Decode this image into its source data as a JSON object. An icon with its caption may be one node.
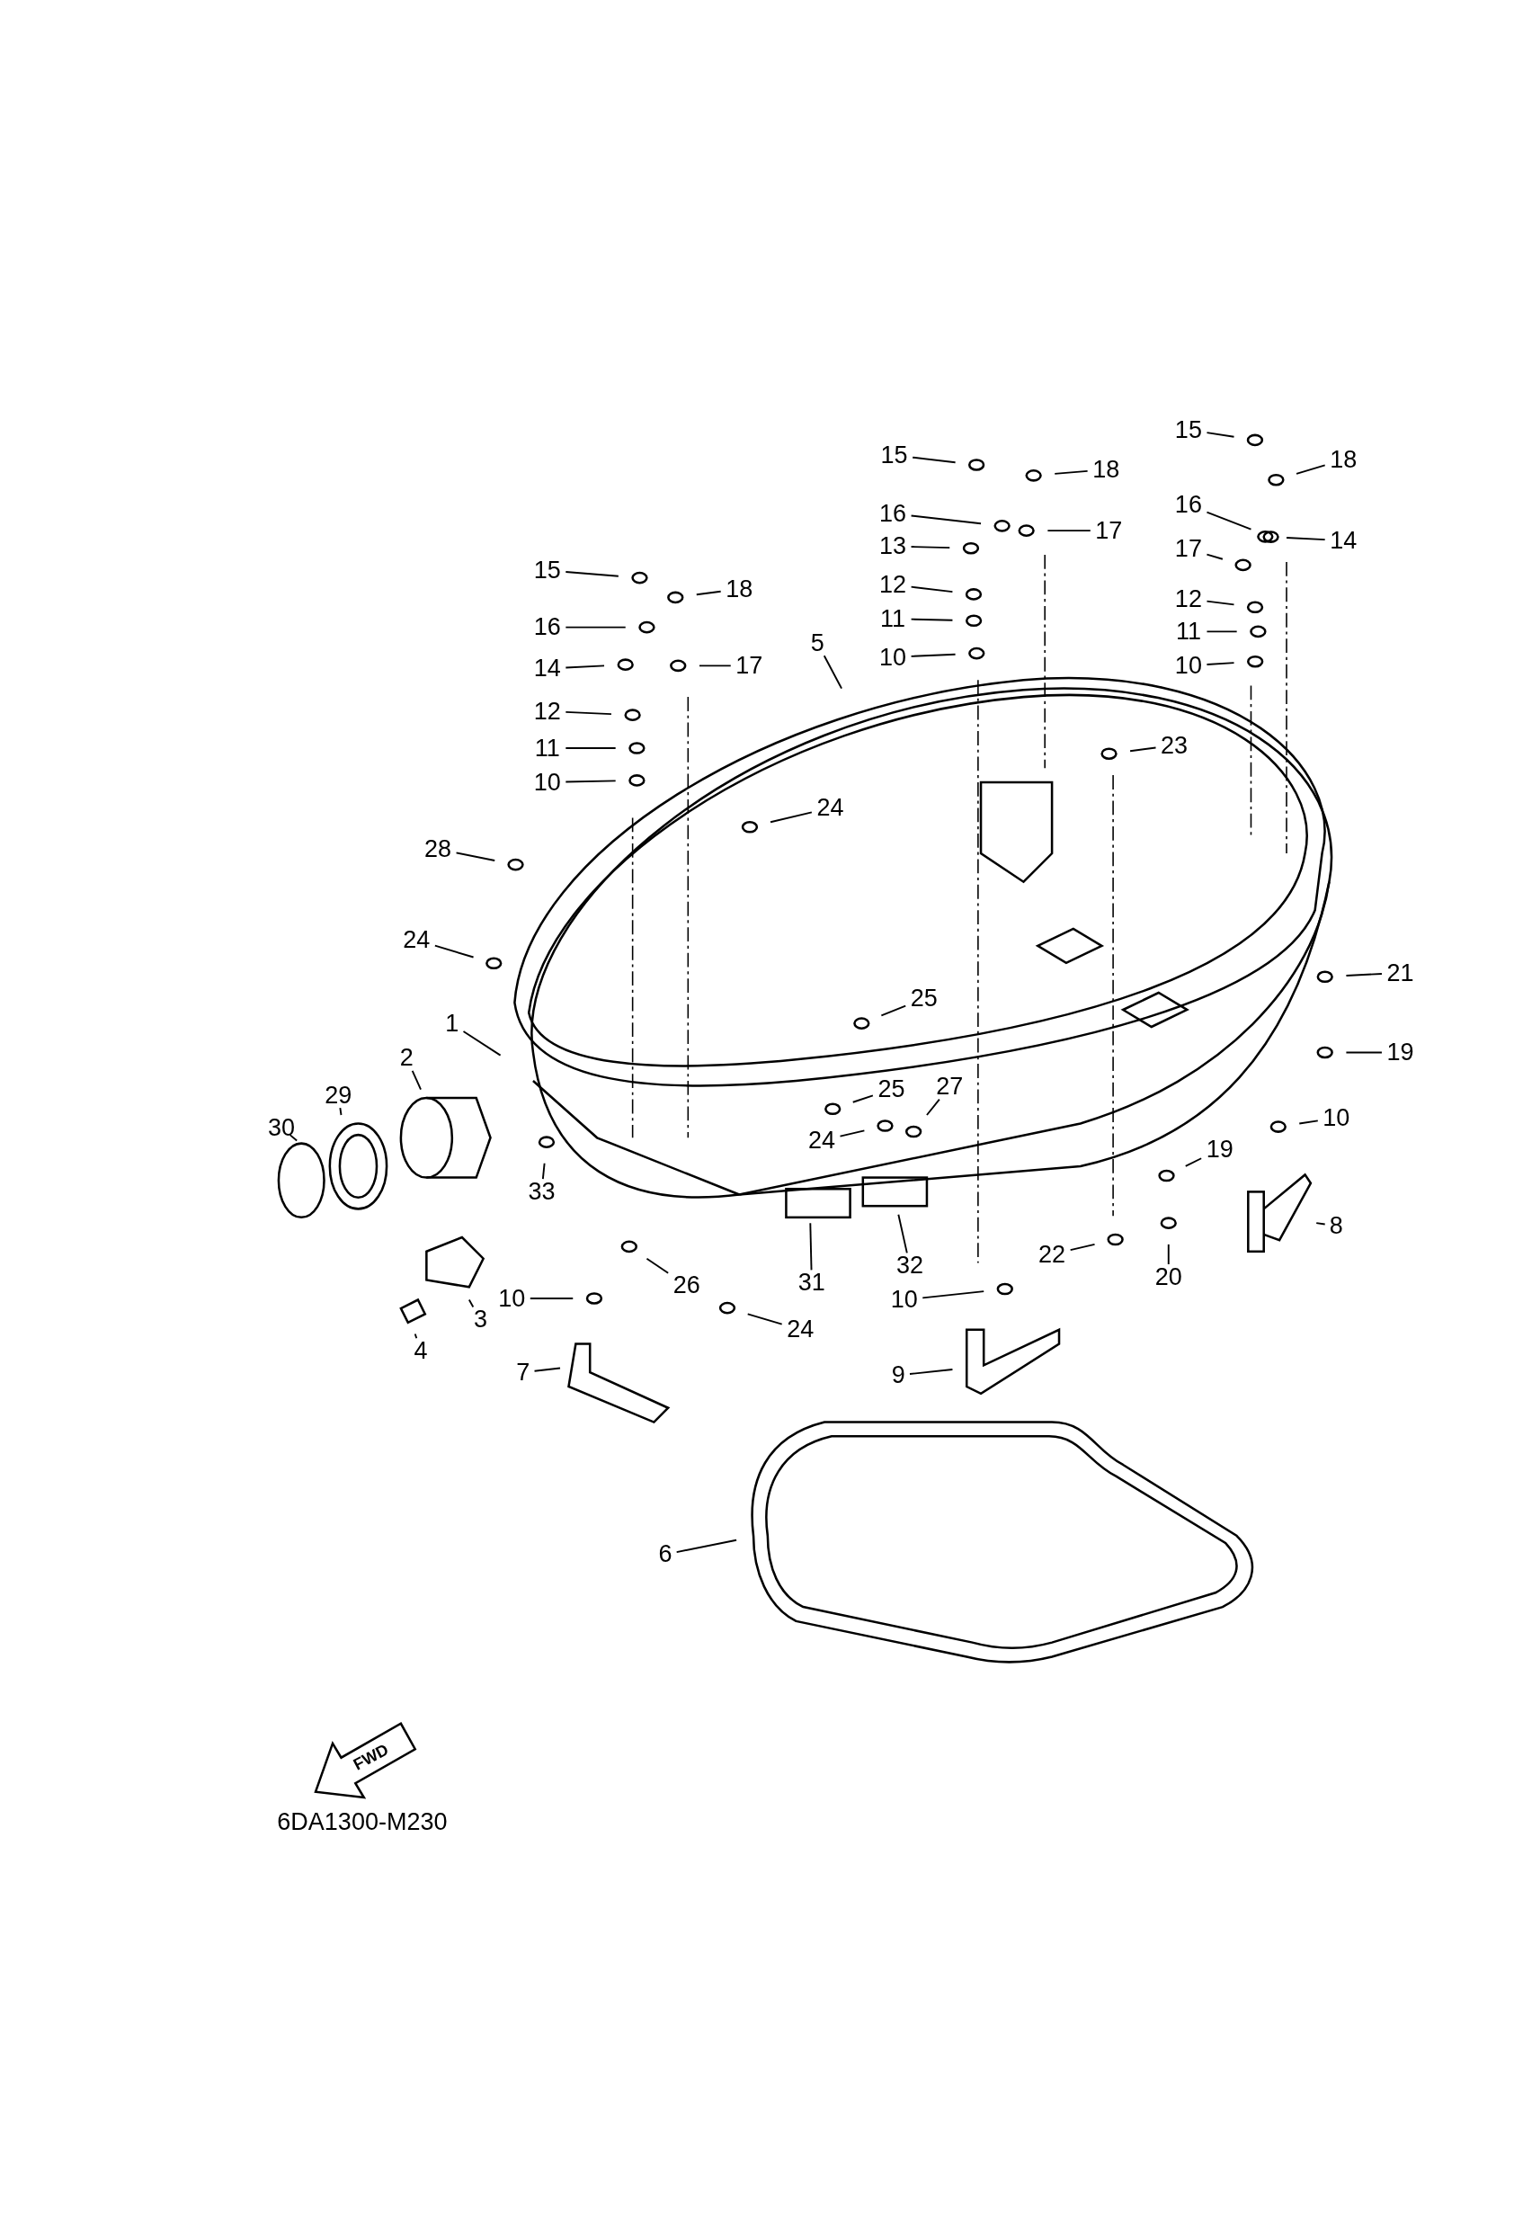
{
  "diagram": {
    "nodes": [
      {
        "text": [
          "15"
        ]
      },
      {
        "text": [
          "18"
        ]
      },
      {
        "text": [
          "16"
        ]
      },
      {
        "text": [
          "17"
        ]
      },
      {
        "text": [
          "13"
        ]
      },
      {
        "text": [
          "12"
        ]
      },
      {
        "text": [
          "11"
        ]
      },
      {
        "text": [
          "10"
        ]
      },
      {
        "text": [
          "15"
        ]
      },
      {
        "text": [
          "18"
        ]
      },
      {
        "text": [
          "16"
        ]
      },
      {
        "text": [
          "17"
        ]
      },
      {
        "text": [
          "14"
        ]
      },
      {
        "text": [
          "12"
        ]
      },
      {
        "text": [
          "11"
        ]
      },
      {
        "text": [
          "10"
        ]
      },
      {
        "text": [
          "15"
        ]
      },
      {
        "text": [
          "18"
        ]
      },
      {
        "text": [
          "16"
        ]
      },
      {
        "text": [
          "14"
        ]
      },
      {
        "text": [
          "17"
        ]
      },
      {
        "text": [
          "12"
        ]
      },
      {
        "text": [
          "11"
        ]
      },
      {
        "text": [
          "10"
        ]
      },
      {
        "text": [
          "5"
        ]
      },
      {
        "text": [
          "23"
        ]
      },
      {
        "text": [
          "24"
        ]
      },
      {
        "text": [
          "28"
        ]
      },
      {
        "text": [
          "24"
        ]
      },
      {
        "text": [
          "21"
        ]
      },
      {
        "text": [
          "25"
        ]
      },
      {
        "text": [
          "1"
        ]
      },
      {
        "text": [
          "19"
        ]
      },
      {
        "text": [
          "2"
        ]
      },
      {
        "text": [
          "29"
        ]
      },
      {
        "text": [
          "25"
        ]
      },
      {
        "text": [
          "27"
        ]
      },
      {
        "text": [
          "10"
        ]
      },
      {
        "text": [
          "30"
        ]
      },
      {
        "text": [
          "24"
        ]
      },
      {
        "text": [
          "19"
        ]
      },
      {
        "text": [
          "33"
        ]
      },
      {
        "text": [
          "8"
        ]
      },
      {
        "text": [
          "22"
        ]
      },
      {
        "text": [
          "32"
        ]
      },
      {
        "text": [
          "20"
        ]
      },
      {
        "text": [
          "26"
        ]
      },
      {
        "text": [
          "31"
        ]
      },
      {
        "text": [
          "10"
        ]
      },
      {
        "text": [
          "10"
        ]
      },
      {
        "text": [
          "3"
        ]
      },
      {
        "text": [
          "24"
        ]
      },
      {
        "text": [
          "4"
        ]
      },
      {
        "text": [
          "9"
        ]
      },
      {
        "text": [
          "7"
        ]
      },
      {
        "text": [
          "6"
        ]
      }
    ],
    "edges": [
      {
        "from": 0,
        "to": null,
        "arrow": "none"
      },
      {
        "from": 1,
        "to": null,
        "arrow": "none"
      },
      {
        "from": 2,
        "to": null,
        "arrow": "none"
      },
      {
        "from": 3,
        "to": null,
        "arrow": "none"
      },
      {
        "from": 4,
        "to": null,
        "arrow": "none"
      },
      {
        "from": 5,
        "to": null,
        "arrow": "none"
      },
      {
        "from": 6,
        "to": null,
        "arrow": "none"
      },
      {
        "from": 7,
        "to": null,
        "arrow": "none"
      },
      {
        "from": 8,
        "to": null,
        "arrow": "none"
      },
      {
        "from": 9,
        "to": null,
        "arrow": "none"
      },
      {
        "from": 10,
        "to": null,
        "arrow": "none"
      },
      {
        "from": 11,
        "to": null,
        "arrow": "none"
      },
      {
        "from": 12,
        "to": null,
        "arrow": "none"
      },
      {
        "from": 13,
        "to": null,
        "arrow": "none"
      },
      {
        "from": 14,
        "to": null,
        "arrow": "none"
      },
      {
        "from": 15,
        "to": null,
        "arrow": "none"
      },
      {
        "from": 16,
        "to": null,
        "arrow": "none"
      },
      {
        "from": 17,
        "to": null,
        "arrow": "none"
      },
      {
        "from": 18,
        "to": null,
        "arrow": "none"
      },
      {
        "from": 19,
        "to": null,
        "arrow": "none"
      },
      {
        "from": 20,
        "to": null,
        "arrow": "none"
      },
      {
        "from": 21,
        "to": null,
        "arrow": "none"
      },
      {
        "from": 22,
        "to": null,
        "arrow": "none"
      },
      {
        "from": 23,
        "to": null,
        "arrow": "none"
      },
      {
        "from": 24,
        "to": null,
        "arrow": "none"
      },
      {
        "from": 25,
        "to": null,
        "arrow": "none"
      },
      {
        "from": 26,
        "to": null,
        "arrow": "none"
      },
      {
        "from": 27,
        "to": null,
        "arrow": "none"
      },
      {
        "from": 28,
        "to": null,
        "arrow": "none"
      },
      {
        "from": 29,
        "to": null,
        "arrow": "none"
      },
      {
        "from": 30,
        "to": null,
        "arrow": "none"
      },
      {
        "from": 31,
        "to": null,
        "arrow": "none"
      },
      {
        "from": 32,
        "to": null,
        "arrow": "none"
      },
      {
        "from": 33,
        "to": null,
        "arrow": "none"
      },
      {
        "from": 34,
        "to": null,
        "arrow": "none"
      },
      {
        "from": 35,
        "to": null,
        "arrow": "none"
      },
      {
        "from": 36,
        "to": null,
        "arrow": "none"
      },
      {
        "from": 37,
        "to": null,
        "arrow": "none"
      },
      {
        "from": 38,
        "to": null,
        "arrow": "none"
      },
      {
        "from": 39,
        "to": null,
        "arrow": "none"
      },
      {
        "from": 40,
        "to": null,
        "arrow": "none"
      },
      {
        "from": 41,
        "to": null,
        "arrow": "none"
      },
      {
        "from": 42,
        "to": null,
        "arrow": "none"
      },
      {
        "from": 43,
        "to": null,
        "arrow": "none"
      },
      {
        "from": 44,
        "to": null,
        "arrow": "none"
      },
      {
        "from": 45,
        "to": null,
        "arrow": "none"
      },
      {
        "from": 46,
        "to": null,
        "arrow": "none"
      },
      {
        "from": 47,
        "to": null,
        "arrow": "none"
      },
      {
        "from": 48,
        "to": null,
        "arrow": "none"
      },
      {
        "from": 49,
        "to": null,
        "arrow": "none"
      },
      {
        "from": 50,
        "to": null,
        "arrow": "none"
      },
      {
        "from": 51,
        "to": null,
        "arrow": "none"
      },
      {
        "from": 52,
        "to": null,
        "arrow": "none"
      },
      {
        "from": 53,
        "to": null,
        "arrow": "none"
      },
      {
        "from": 54,
        "to": null,
        "arrow": "none"
      },
      {
        "from": 55,
        "to": null,
        "arrow": "none"
      }
    ],
    "labels": [
      "FWD",
      "6DA1300-M230"
    ]
  }
}
